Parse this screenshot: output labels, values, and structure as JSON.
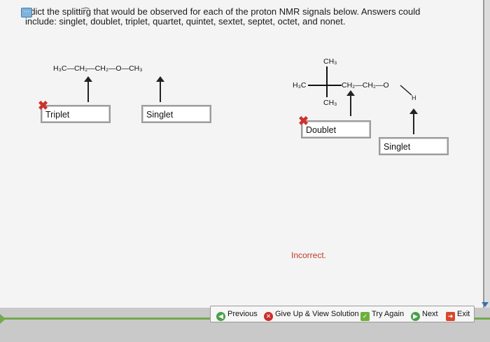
{
  "question": {
    "line1": "edict the splittir͡g that would be observed for each of the proton NMR signals below. Answers could",
    "line2": "include: singlet, doublet, triplet, quartet, quintet, sextet, septet, octet, and nonet."
  },
  "molecule1": {
    "formula": "H₃C—CH₂—CH₂—O—CH₃",
    "answers": [
      {
        "value": "Triplet",
        "status": "incorrect"
      },
      {
        "value": "Singlet",
        "status": "neutral"
      }
    ]
  },
  "molecule2": {
    "top_methyl": "CH₃",
    "left_group": "H₃C",
    "chain": "CH₂—CH₂—O",
    "bottom_methyl": "CH₃",
    "hydrogen": "H",
    "answers": [
      {
        "value": "Doublet",
        "status": "incorrect"
      },
      {
        "value": "Singlet",
        "status": "neutral"
      }
    ]
  },
  "feedback": "Incorrect.",
  "nav": {
    "previous": "Previous",
    "give_up": "Give Up & View Solution",
    "try_again": "Try Again",
    "next": "Next",
    "exit": "Exit"
  },
  "colors": {
    "incorrect": "#d0312d",
    "nav_accent": "#74a94c",
    "feedback": "#c0392b"
  }
}
